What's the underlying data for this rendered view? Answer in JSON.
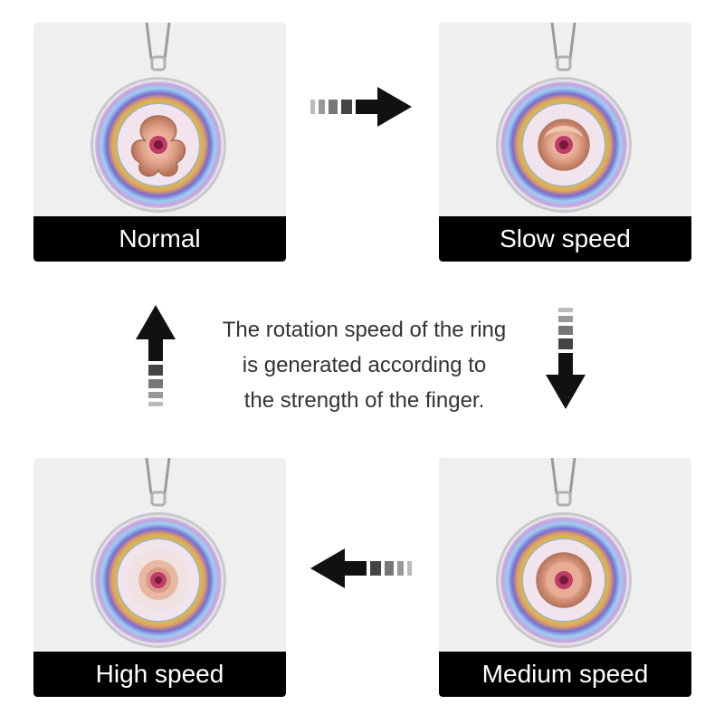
{
  "steps": [
    {
      "label": "Normal"
    },
    {
      "label": "Slow speed"
    },
    {
      "label": "High speed"
    },
    {
      "label": "Medium speed"
    }
  ],
  "caption": {
    "line1": "The rotation speed of the ring",
    "line2": "is generated according to",
    "line3": "the strength of the finger."
  },
  "colors": {
    "card_bg": "#efefef",
    "label_bg": "#000000",
    "label_text": "#ffffff",
    "arrow": "#111111"
  },
  "icons": [
    "pendant-normal-image",
    "pendant-slow-image",
    "pendant-high-image",
    "pendant-medium-image",
    "arrow-right-icon",
    "arrow-down-icon",
    "arrow-left-icon",
    "arrow-up-icon"
  ]
}
